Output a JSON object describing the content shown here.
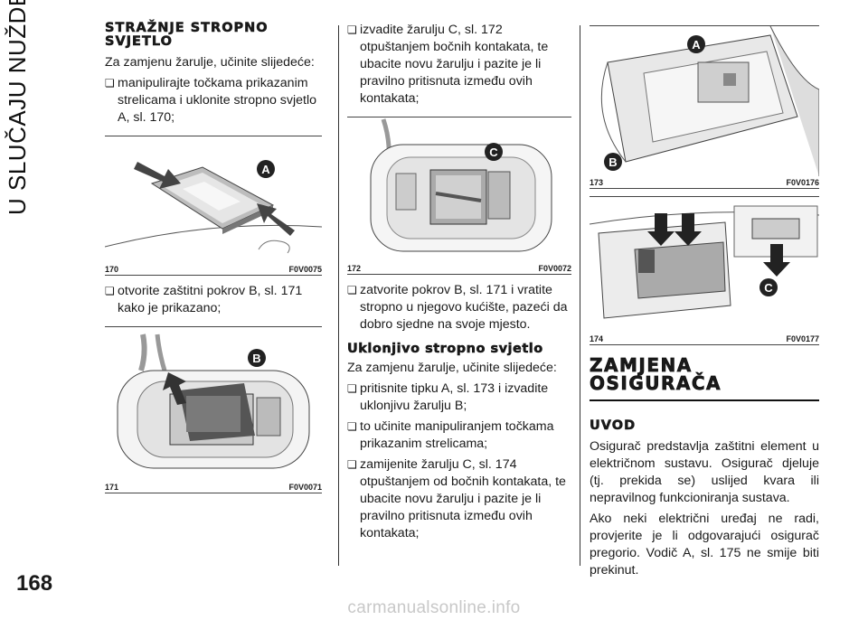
{
  "side_tab": {
    "title": "U SLUČAJU NUŽDE"
  },
  "page_number": "168",
  "footer": "carmanualsonline.info",
  "col1": {
    "heading": "STRAŽNJE STROPNO SVJETLO",
    "intro": "Za zamjenu žarulje, učinite slijedeće:",
    "bullet1": "manipulirajte točkama prikazanim strelicama i uklonite stropno svjetlo A, sl. 170;",
    "fig170": {
      "num": "170",
      "code": "F0V0075",
      "label_a": "A"
    },
    "bullet2": "otvorite zaštitni pokrov B, sl. 171 kako je prikazano;",
    "fig171": {
      "num": "171",
      "code": "F0V0071",
      "label_b": "B"
    }
  },
  "col2": {
    "bullet1": "izvadite žarulju C, sl. 172 otpuštanjem bočnih kontakata, te ubacite novu žarulju i pazite je li pravilno pritisnuta između ovih kontakata;",
    "fig172": {
      "num": "172",
      "code": "F0V0072",
      "label_c": "C"
    },
    "bullet2": "zatvorite pokrov B, sl. 171 i vratite stropno u njegovo kućište, pazeći da dobro sjedne na svoje mjesto.",
    "subheading": "Uklonjivo stropno svjetlo",
    "intro": "Za zamjenu žarulje, učinite slijedeće:",
    "bullet3": "pritisnite tipku A, sl. 173 i izvadite uklonjivu žarulju B;",
    "bullet4": "to učinite manipuliranjem točkama prikazanim strelicama;",
    "bullet5": "zamijenite žarulju C, sl. 174 otpuštanjem od bočnih kontakata, te ubacite novu žarulju i pazite je li pravilno pritisnuta između ovih kontakata;"
  },
  "col3": {
    "fig173": {
      "num": "173",
      "code": "F0V0176",
      "label_a": "A",
      "label_b": "B"
    },
    "fig174": {
      "num": "174",
      "code": "F0V0177",
      "label_c": "C"
    },
    "big_heading": "ZAMJENA OSIGURAČA",
    "subheading": "UVOD",
    "para1": "Osigurač predstavlja zaštitni element u električnom sustavu. Osigurač djeluje (tj. prekida se) uslijed kvara ili nepravilnog funkcioniranja sustava.",
    "para2": "Ako neki električni uređaj ne radi, provjerite je li odgovarajući osigurač pregorio. Vodič A, sl. 175 ne smije biti prekinut."
  }
}
